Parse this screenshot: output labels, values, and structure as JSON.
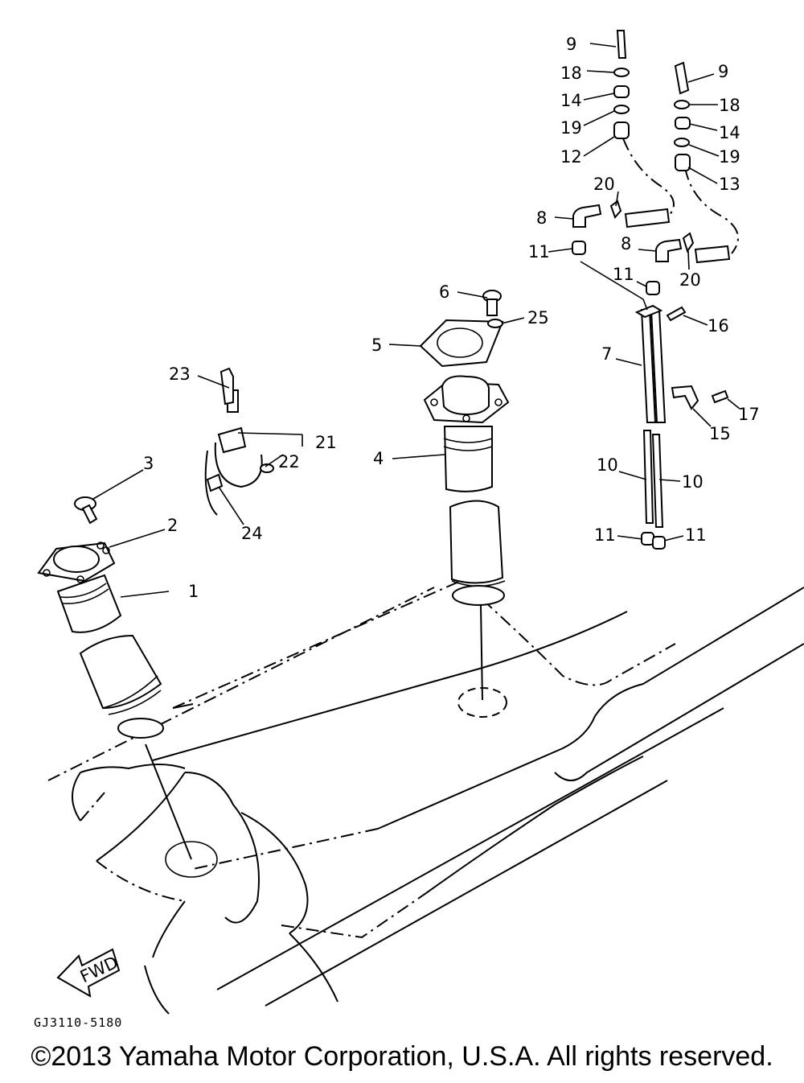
{
  "diagram": {
    "callouts": [
      "1",
      "2",
      "3",
      "4",
      "5",
      "6",
      "7",
      "8",
      "8",
      "9",
      "9",
      "10",
      "10",
      "11",
      "11",
      "11",
      "11",
      "12",
      "13",
      "14",
      "14",
      "15",
      "16",
      "17",
      "18",
      "18",
      "19",
      "19",
      "20",
      "20",
      "21",
      "22",
      "23",
      "24",
      "25"
    ],
    "direction_label": "FWD",
    "drawing_code": "GJ3110-5180"
  },
  "footer": {
    "copyright": "©2013 Yamaha Motor Corporation, U.S.A. All rights reserved."
  }
}
